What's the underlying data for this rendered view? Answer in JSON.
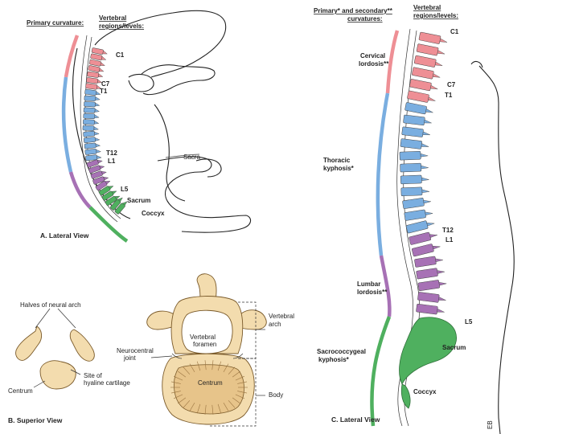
{
  "colors": {
    "cervical": "#ee8f95",
    "thoracic": "#7aaee0",
    "lumbar": "#a771b5",
    "sacral": "#4fb05f",
    "bone": "#f3dcae",
    "bone_shadow": "#e7c48a",
    "line": "#222222"
  },
  "panel_a": {
    "header_curvature": "Primary curvature:",
    "header_regions_1": "Vertebral",
    "header_regions_2": "regions/levels:",
    "levels": {
      "c1": "C1",
      "c7": "C7",
      "t1": "T1",
      "t12": "T12",
      "l1": "L1",
      "l5": "L5",
      "sacrum": "Sacrum",
      "coccyx": "Coccyx"
    },
    "fetal_note": "Sacra",
    "caption": "A. Lateral View"
  },
  "panel_b": {
    "neural_arch": "Halves of neural arch",
    "centrum_left": "Centrum",
    "site_1": "Site of",
    "site_2": "hyaline cartilage",
    "vertebral_foramen_1": "Vertebral",
    "vertebral_foramen_2": "foramen",
    "neurocentral_1": "Neurocentral",
    "neurocentral_2": "joint",
    "centrum_right": "Centrum",
    "vertebral_arch_1": "Vertebral",
    "vertebral_arch_2": "arch",
    "body": "Body",
    "caption": "B. Superior View"
  },
  "panel_c": {
    "header_curvature_1": "Primary* and secondary**",
    "header_curvature_2": "curvatures:",
    "header_regions_1": "Vertebral",
    "header_regions_2": "regions/levels:",
    "cervical_1": "Cervical",
    "cervical_2": "lordosis**",
    "thoracic_1": "Thoracic",
    "thoracic_2": "kyphosis*",
    "lumbar_1": "Lumbar",
    "lumbar_2": "lordosis**",
    "sacro_1": "Sacrococcygeal",
    "sacro_2": "kyphosis*",
    "levels": {
      "c1": "C1",
      "c7": "C7",
      "t1": "T1",
      "t12": "T12",
      "l1": "L1",
      "l5": "L5",
      "sacrum": "Sacrum",
      "coccyx": "Coccyx"
    },
    "caption": "C. Lateral View",
    "signature": "EB"
  }
}
